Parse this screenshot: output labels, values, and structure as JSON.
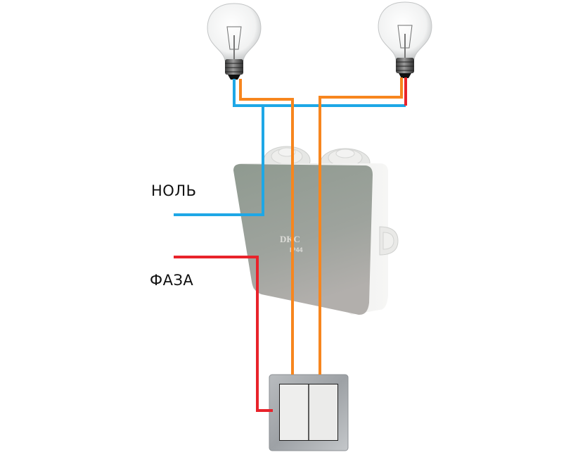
{
  "diagram": {
    "title": "Two-gang switch wiring for two lamps via junction box",
    "labels": {
      "neutral": "НОЛЬ",
      "phase": "ФАЗА"
    },
    "junction_box": {
      "brand": "DKC",
      "rating": "IP44"
    },
    "components": [
      {
        "id": "lamp-left",
        "type": "incandescent-bulb"
      },
      {
        "id": "lamp-right",
        "type": "incandescent-bulb"
      },
      {
        "id": "junction-box",
        "type": "junction-box"
      },
      {
        "id": "switch",
        "type": "two-gang-switch"
      }
    ],
    "wires": [
      {
        "id": "neutral",
        "color": "#1ea7e6",
        "connects": [
          "НОЛЬ",
          "lamp-left",
          "lamp-right"
        ]
      },
      {
        "id": "phase",
        "color": "#e8232b",
        "connects": [
          "ФАЗА",
          "switch"
        ]
      },
      {
        "id": "switched-1",
        "color": "#f7861e",
        "connects": [
          "switch",
          "lamp-left"
        ]
      },
      {
        "id": "switched-2",
        "color": "#f7861e",
        "connects": [
          "switch",
          "lamp-right"
        ]
      },
      {
        "id": "lamp-right-lead",
        "color": "#e8232b",
        "connects": [
          "lamp-right"
        ]
      }
    ]
  }
}
